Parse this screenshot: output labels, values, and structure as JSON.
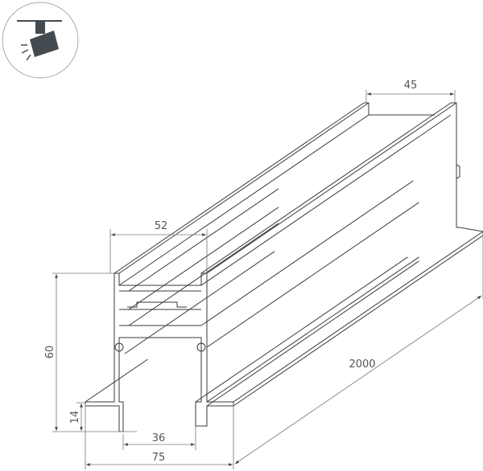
{
  "icon": {
    "name": "track-spotlight-icon",
    "color": "#434a50",
    "ring_color": "#999999"
  },
  "dimensions": {
    "width_top": "45",
    "width_body": "52",
    "height": "60",
    "flange_height": "14",
    "inner_bottom": "36",
    "total_width": "75",
    "length": "2000"
  },
  "colors": {
    "line": "#3a3a3a",
    "dimension": "#666666"
  }
}
